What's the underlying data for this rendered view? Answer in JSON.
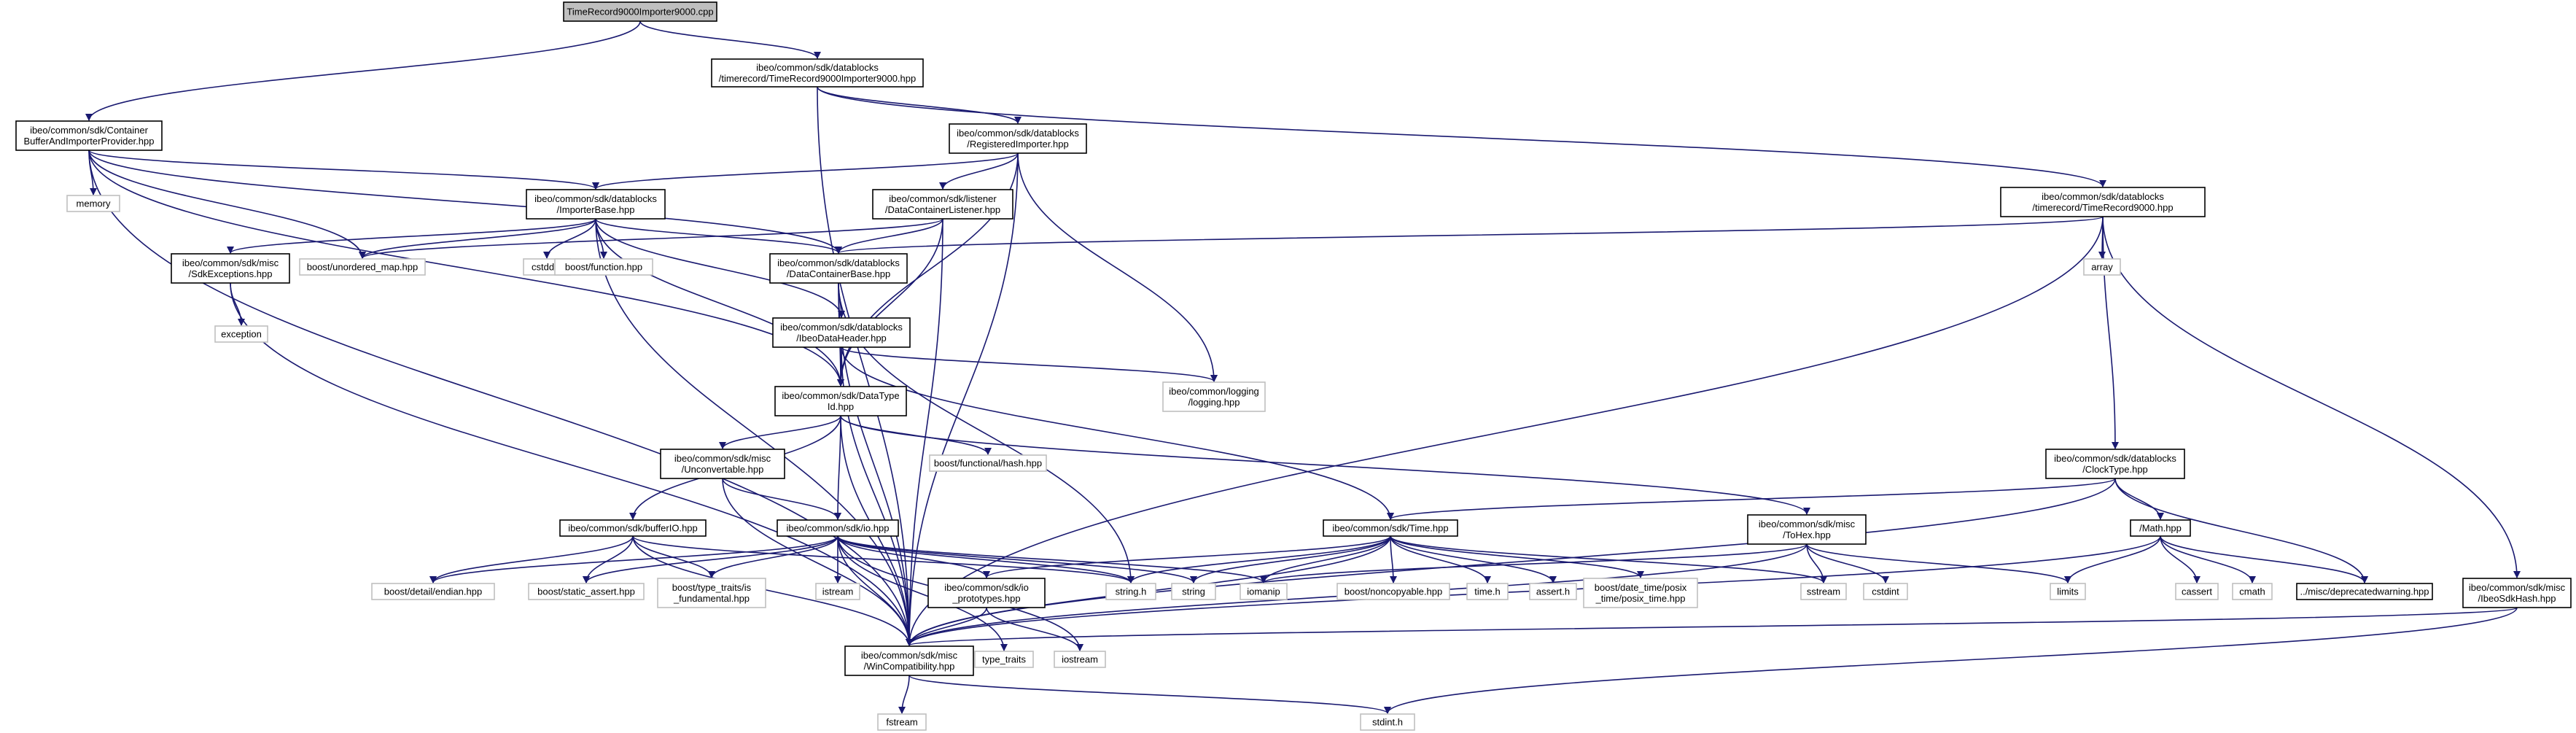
{
  "diagram": {
    "nodes": [
      {
        "id": "root",
        "kind": "root",
        "lines": [
          "TimeRecord9000Importer9000.cpp"
        ]
      },
      {
        "id": "tr9000imp",
        "kind": "internal",
        "lines": [
          "ibeo/common/sdk/datablocks",
          "/timerecord/TimeRecord9000Importer9000.hpp"
        ]
      },
      {
        "id": "container",
        "kind": "internal",
        "lines": [
          "ibeo/common/sdk/Container",
          "BufferAndImporterProvider.hpp"
        ]
      },
      {
        "id": "registered",
        "kind": "internal",
        "lines": [
          "ibeo/common/sdk/datablocks",
          "/RegisteredImporter.hpp"
        ]
      },
      {
        "id": "tr9000",
        "kind": "internal",
        "lines": [
          "ibeo/common/sdk/datablocks",
          "/timerecord/TimeRecord9000.hpp"
        ]
      },
      {
        "id": "memory",
        "kind": "system",
        "lines": [
          "memory"
        ]
      },
      {
        "id": "importerbase",
        "kind": "internal",
        "lines": [
          "ibeo/common/sdk/datablocks",
          "/ImporterBase.hpp"
        ]
      },
      {
        "id": "listener",
        "kind": "internal",
        "lines": [
          "ibeo/common/sdk/listener",
          "/DataContainerListener.hpp"
        ]
      },
      {
        "id": "sdkexc",
        "kind": "internal",
        "lines": [
          "ibeo/common/sdk/misc",
          "/SdkExceptions.hpp"
        ]
      },
      {
        "id": "unordered",
        "kind": "system",
        "lines": [
          "boost/unordered_map.hpp"
        ]
      },
      {
        "id": "cstddef",
        "kind": "system",
        "lines": [
          "cstddef"
        ]
      },
      {
        "id": "boostfunc",
        "kind": "system",
        "lines": [
          "boost/function.hpp"
        ]
      },
      {
        "id": "dcbase",
        "kind": "internal",
        "lines": [
          "ibeo/common/sdk/datablocks",
          "/DataContainerBase.hpp"
        ]
      },
      {
        "id": "array",
        "kind": "system",
        "lines": [
          "array"
        ]
      },
      {
        "id": "exception",
        "kind": "system",
        "lines": [
          "exception"
        ]
      },
      {
        "id": "ibeoheader",
        "kind": "internal",
        "lines": [
          "ibeo/common/sdk/datablocks",
          "/IbeoDataHeader.hpp"
        ]
      },
      {
        "id": "datatype",
        "kind": "internal",
        "lines": [
          "ibeo/common/sdk/DataType",
          "Id.hpp"
        ]
      },
      {
        "id": "logging",
        "kind": "system",
        "lines": [
          "ibeo/common/logging",
          "/logging.hpp"
        ]
      },
      {
        "id": "unconv",
        "kind": "internal",
        "lines": [
          "ibeo/common/sdk/misc",
          "/Unconvertable.hpp"
        ]
      },
      {
        "id": "funchash",
        "kind": "system",
        "lines": [
          "boost/functional/hash.hpp"
        ]
      },
      {
        "id": "clocktype",
        "kind": "internal",
        "lines": [
          "ibeo/common/sdk/datablocks",
          "/ClockType.hpp"
        ]
      },
      {
        "id": "bufferio",
        "kind": "internal",
        "lines": [
          "ibeo/common/sdk/bufferIO.hpp"
        ]
      },
      {
        "id": "io",
        "kind": "internal",
        "lines": [
          "ibeo/common/sdk/io.hpp"
        ]
      },
      {
        "id": "time",
        "kind": "internal",
        "lines": [
          "ibeo/common/sdk/Time.hpp"
        ]
      },
      {
        "id": "tohex",
        "kind": "internal",
        "lines": [
          "ibeo/common/sdk/misc",
          "/ToHex.hpp"
        ]
      },
      {
        "id": "math",
        "kind": "internal",
        "lines": [
          "/Math.hpp"
        ]
      },
      {
        "id": "endian",
        "kind": "system",
        "lines": [
          "boost/detail/endian.hpp"
        ]
      },
      {
        "id": "staticassert",
        "kind": "system",
        "lines": [
          "boost/static_assert.hpp"
        ]
      },
      {
        "id": "fundamental",
        "kind": "system",
        "lines": [
          "boost/type_traits/is",
          "_fundamental.hpp"
        ]
      },
      {
        "id": "istream",
        "kind": "system",
        "lines": [
          "istream"
        ]
      },
      {
        "id": "ioproto",
        "kind": "internal",
        "lines": [
          "ibeo/common/sdk/io",
          "_prototypes.hpp"
        ]
      },
      {
        "id": "stringh",
        "kind": "system",
        "lines": [
          "string.h"
        ]
      },
      {
        "id": "string",
        "kind": "system",
        "lines": [
          "string"
        ]
      },
      {
        "id": "iomanip",
        "kind": "system",
        "lines": [
          "iomanip"
        ]
      },
      {
        "id": "noncopy",
        "kind": "system",
        "lines": [
          "boost/noncopyable.hpp"
        ]
      },
      {
        "id": "timeh",
        "kind": "system",
        "lines": [
          "time.h"
        ]
      },
      {
        "id": "asserth",
        "kind": "system",
        "lines": [
          "assert.h"
        ]
      },
      {
        "id": "posix",
        "kind": "system",
        "lines": [
          "boost/date_time/posix",
          "_time/posix_time.hpp"
        ]
      },
      {
        "id": "sstream",
        "kind": "system",
        "lines": [
          "sstream"
        ]
      },
      {
        "id": "cstdint",
        "kind": "system",
        "lines": [
          "cstdint"
        ]
      },
      {
        "id": "limits",
        "kind": "system",
        "lines": [
          "limits"
        ]
      },
      {
        "id": "cassert",
        "kind": "system",
        "lines": [
          "cassert"
        ]
      },
      {
        "id": "cmath",
        "kind": "system",
        "lines": [
          "cmath"
        ]
      },
      {
        "id": "deprecated",
        "kind": "internal",
        "lines": [
          "../misc/deprecatedwarning.hpp"
        ]
      },
      {
        "id": "sdkhash",
        "kind": "internal",
        "lines": [
          "ibeo/common/sdk/misc",
          "/IbeoSdkHash.hpp"
        ]
      },
      {
        "id": "wincompat",
        "kind": "internal",
        "lines": [
          "ibeo/common/sdk/misc",
          "/WinCompatibility.hpp"
        ]
      },
      {
        "id": "typetraits",
        "kind": "system",
        "lines": [
          "type_traits"
        ]
      },
      {
        "id": "iostream",
        "kind": "system",
        "lines": [
          "iostream"
        ]
      },
      {
        "id": "fstream",
        "kind": "system",
        "lines": [
          "fstream"
        ]
      },
      {
        "id": "stdinth",
        "kind": "system",
        "lines": [
          "stdint.h"
        ]
      }
    ],
    "edges": [
      [
        "root",
        "tr9000imp"
      ],
      [
        "root",
        "container"
      ],
      [
        "tr9000imp",
        "registered"
      ],
      [
        "tr9000imp",
        "tr9000"
      ],
      [
        "tr9000imp",
        "wincompat"
      ],
      [
        "container",
        "memory"
      ],
      [
        "container",
        "importerbase"
      ],
      [
        "container",
        "unordered"
      ],
      [
        "container",
        "dcbase"
      ],
      [
        "container",
        "datatype"
      ],
      [
        "container",
        "wincompat"
      ],
      [
        "registered",
        "importerbase"
      ],
      [
        "registered",
        "listener"
      ],
      [
        "registered",
        "logging"
      ],
      [
        "registered",
        "datatype"
      ],
      [
        "registered",
        "wincompat"
      ],
      [
        "tr9000",
        "dcbase"
      ],
      [
        "tr9000",
        "array"
      ],
      [
        "tr9000",
        "clocktype"
      ],
      [
        "tr9000",
        "sdkhash"
      ],
      [
        "tr9000",
        "wincompat"
      ],
      [
        "importerbase",
        "sdkexc"
      ],
      [
        "importerbase",
        "unordered"
      ],
      [
        "importerbase",
        "cstddef"
      ],
      [
        "importerbase",
        "boostfunc"
      ],
      [
        "importerbase",
        "dcbase"
      ],
      [
        "importerbase",
        "ibeoheader"
      ],
      [
        "importerbase",
        "datatype"
      ],
      [
        "importerbase",
        "wincompat"
      ],
      [
        "listener",
        "dcbase"
      ],
      [
        "listener",
        "unordered"
      ],
      [
        "listener",
        "datatype"
      ],
      [
        "listener",
        "wincompat"
      ],
      [
        "sdkexc",
        "exception"
      ],
      [
        "sdkexc",
        "wincompat"
      ],
      [
        "dcbase",
        "ibeoheader"
      ],
      [
        "dcbase",
        "datatype"
      ],
      [
        "dcbase",
        "stringh"
      ],
      [
        "dcbase",
        "wincompat"
      ],
      [
        "ibeoheader",
        "datatype"
      ],
      [
        "ibeoheader",
        "time"
      ],
      [
        "ibeoheader",
        "logging"
      ],
      [
        "ibeoheader",
        "wincompat"
      ],
      [
        "datatype",
        "unconv"
      ],
      [
        "datatype",
        "funchash"
      ],
      [
        "datatype",
        "tohex"
      ],
      [
        "datatype",
        "io"
      ],
      [
        "datatype",
        "bufferio"
      ],
      [
        "datatype",
        "wincompat"
      ],
      [
        "unconv",
        "io"
      ],
      [
        "unconv",
        "wincompat"
      ],
      [
        "clocktype",
        "time"
      ],
      [
        "clocktype",
        "math"
      ],
      [
        "clocktype",
        "deprecated"
      ],
      [
        "clocktype",
        "wincompat"
      ],
      [
        "bufferio",
        "endian"
      ],
      [
        "bufferio",
        "staticassert"
      ],
      [
        "bufferio",
        "fundamental"
      ],
      [
        "bufferio",
        "stringh"
      ],
      [
        "bufferio",
        "wincompat"
      ],
      [
        "io",
        "endian"
      ],
      [
        "io",
        "staticassert"
      ],
      [
        "io",
        "fundamental"
      ],
      [
        "io",
        "istream"
      ],
      [
        "io",
        "ioproto"
      ],
      [
        "io",
        "stringh"
      ],
      [
        "io",
        "string"
      ],
      [
        "io",
        "iomanip"
      ],
      [
        "io",
        "typetraits"
      ],
      [
        "io",
        "iostream"
      ],
      [
        "io",
        "wincompat"
      ],
      [
        "time",
        "ioproto"
      ],
      [
        "time",
        "stringh"
      ],
      [
        "time",
        "string"
      ],
      [
        "time",
        "iomanip"
      ],
      [
        "time",
        "noncopy"
      ],
      [
        "time",
        "timeh"
      ],
      [
        "time",
        "asserth"
      ],
      [
        "time",
        "posix"
      ],
      [
        "time",
        "sstream"
      ],
      [
        "time",
        "wincompat"
      ],
      [
        "tohex",
        "iomanip"
      ],
      [
        "tohex",
        "sstream"
      ],
      [
        "tohex",
        "cstdint"
      ],
      [
        "tohex",
        "limits"
      ],
      [
        "tohex",
        "wincompat"
      ],
      [
        "math",
        "limits"
      ],
      [
        "math",
        "cassert"
      ],
      [
        "math",
        "cmath"
      ],
      [
        "math",
        "deprecated"
      ],
      [
        "math",
        "wincompat"
      ],
      [
        "sdkhash",
        "stdinth"
      ],
      [
        "sdkhash",
        "wincompat"
      ],
      [
        "ioproto",
        "iostream"
      ],
      [
        "ioproto",
        "wincompat"
      ],
      [
        "wincompat",
        "fstream"
      ],
      [
        "wincompat",
        "stdinth"
      ]
    ]
  }
}
